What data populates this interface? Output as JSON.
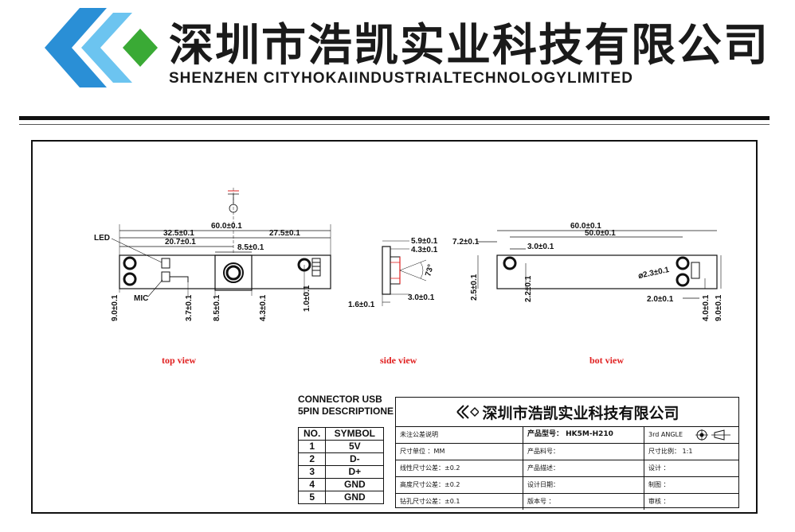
{
  "header": {
    "company_cn": "深圳市浩凯实业科技有限公司",
    "company_en": "SHENZHEN CITYHOKAIINDUSTRIALTECHNOLOGYLIMITED",
    "logo_colors": {
      "blue": "#2a8fd6",
      "light_blue": "#6cc4f0",
      "green": "#3aaa35"
    }
  },
  "views": {
    "top": "top view",
    "side": "side view",
    "bot": "bot view"
  },
  "top_view": {
    "dim_overall": "60.0±0.1",
    "dim_left": "32.5±0.1",
    "dim_right": "27.5±0.1",
    "dim_cam_pos": "20.7±0.1",
    "dim_cam_w": "8.5±0.1",
    "label_led": "LED",
    "label_mic": "MIC",
    "dim_height": "9.0±0.1",
    "dim_mic": "3.7±0.1",
    "dim_cam_h": "8.5±0.1",
    "dim_cam_off": "4.3±0.1",
    "dim_conn": "1.0±0.1"
  },
  "side_view": {
    "dim_total": "5.9±0.1",
    "dim_lens": "4.3±0.1",
    "dim_angle": "73°",
    "dim_board": "1.6±0.1",
    "dim_base": "3.0±0.1"
  },
  "bot_view": {
    "dim_overall": "60.0±0.1",
    "dim_holes": "50.0±0.1",
    "dim_left_edge": "7.2±0.1",
    "dim_hole_off": "3.0±0.1",
    "dim_hole_dia": "⌀2.3±0.1",
    "dim_left_h": "2.5±0.1",
    "dim_hole_h": "2.2±0.1",
    "dim_right_off": "2.0±0.1",
    "dim_right_h": "4.0±0.1",
    "dim_height": "9.0±0.1"
  },
  "connector": {
    "title_line1": "CONNECTOR USB",
    "title_line2": "5PIN DESCRIPTIONE",
    "headers": {
      "no": "NO.",
      "symbol": "SYMBOL"
    },
    "pins": [
      {
        "no": "1",
        "symbol": "5V"
      },
      {
        "no": "2",
        "symbol": "D-"
      },
      {
        "no": "3",
        "symbol": "D+"
      },
      {
        "no": "4",
        "symbol": "GND"
      },
      {
        "no": "5",
        "symbol": "GND"
      }
    ]
  },
  "title_block": {
    "company": "深圳市浩凯实业科技有限公司",
    "rows": [
      {
        "c1": "未注公差说明",
        "c2": "产品型号：  HK5M-H210",
        "c3": "3rd ANGLE"
      },
      {
        "c1": "尺寸单位      ：MM",
        "c2": "产品料号：",
        "c3": "尺寸比例：  1:1"
      },
      {
        "c1": "线性尺寸公差：±0.2",
        "c2": "产品描述：",
        "c3": "设计  ："
      },
      {
        "c1": "高度尺寸公差：±0.2",
        "c2": "设计日期：",
        "c3": "制图  ："
      },
      {
        "c1": "钻孔尺寸公差：±0.1",
        "c2": "版本号  ：",
        "c3": "审核  ："
      }
    ]
  }
}
